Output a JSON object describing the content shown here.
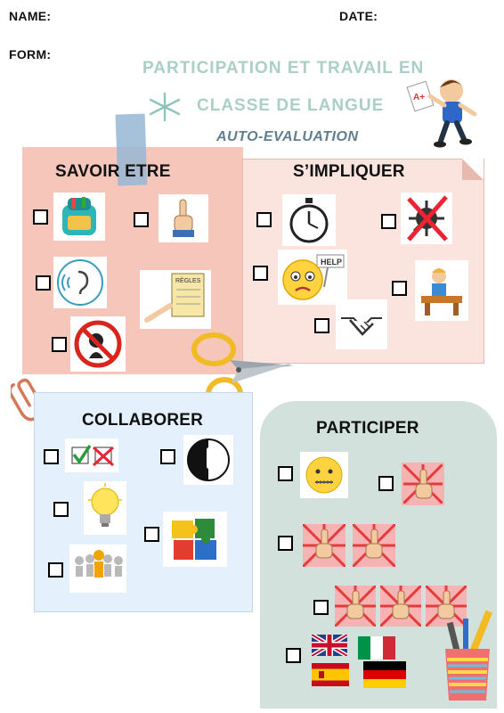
{
  "header": {
    "name_label": "NAME:",
    "date_label": "DATE:",
    "form_label": "FORM:"
  },
  "title": {
    "line1": "PARTICIPATION ET TRAVAIL EN",
    "line2": "CLASSE DE LANGUE",
    "subtitle": "AUTO-EVALUATION"
  },
  "panels": {
    "savoir_etre": {
      "title": "SAVOIR ETRE",
      "color": "#f7c6bb",
      "items": [
        "school-bag-icon",
        "finger-raised-icon",
        "listening-ear-icon",
        "rules-paper-icon",
        "no-talking-icon"
      ]
    },
    "s_impliquer": {
      "title": "S’IMPLIQUER",
      "color": "#fbe3de",
      "items": [
        "stopwatch-icon",
        "no-virus-icon",
        "help-emoji-icon",
        "study-desk-icon",
        "handshake-icon"
      ]
    },
    "collaborer": {
      "title": "COLLABORER",
      "color": "#e4f1fc",
      "items": [
        "check-cross-icon",
        "silence-icon",
        "lightbulb-icon",
        "puzzle-pieces-icon",
        "team-leader-icon"
      ]
    },
    "participer": {
      "title": "PARTICIPER",
      "color": "#d3e1dc",
      "items": [
        "zipped-mouth-icon",
        "one-hand-raised-icon",
        "two-hands-raised-icon",
        "three-hands-raised-icon",
        "flags-icon"
      ]
    }
  },
  "help_sign": "HELP",
  "rules_sign": "RÈGLES",
  "grade_sign": "A+",
  "colors": {
    "title_teal": "#a9cfc6",
    "subtitle_blue": "#5f7f8f",
    "scissors_yellow": "#f1bb23",
    "tape_blue": "#a9c3d9"
  }
}
